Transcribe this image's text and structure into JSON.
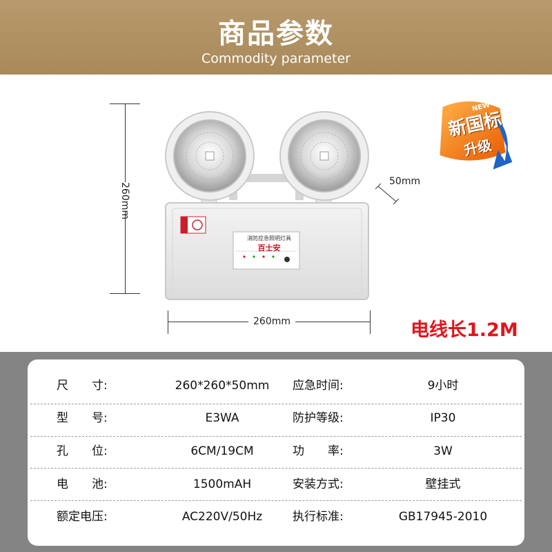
{
  "header": {
    "title": "商品参数",
    "subtitle": "Commodity parameter"
  },
  "badge": {
    "new": "NEW",
    "line1": "新国标",
    "line2": "升级"
  },
  "dimensions": {
    "height": "260mm",
    "width": "260mm",
    "depth": "50mm"
  },
  "panel": {
    "title": "消防应急照明灯具",
    "brand": "百士安"
  },
  "cable_note": "电线长1.2M",
  "colors": {
    "banner": "#b0915f",
    "accent_red": "#e3141b",
    "gray_background": "#848484"
  },
  "specs": [
    {
      "label1": "尺　　寸:",
      "value1": "260*260*50mm",
      "label2": "应急时间:",
      "value2": "9小时"
    },
    {
      "label1": "型　　号:",
      "value1": "E3WA",
      "label2": "防护等级:",
      "value2": "IP30"
    },
    {
      "label1": "孔　　位:",
      "value1": "6CM/19CM",
      "label2": "功　　率:",
      "value2": "3W"
    },
    {
      "label1": "电　　池:",
      "value1": "1500mAH",
      "label2": "安装方式:",
      "value2": "壁挂式"
    },
    {
      "label1": "额定电压:",
      "value1": "AC220V/50Hz",
      "label2": "执行标准:",
      "value2": "GB17945-2010"
    }
  ]
}
